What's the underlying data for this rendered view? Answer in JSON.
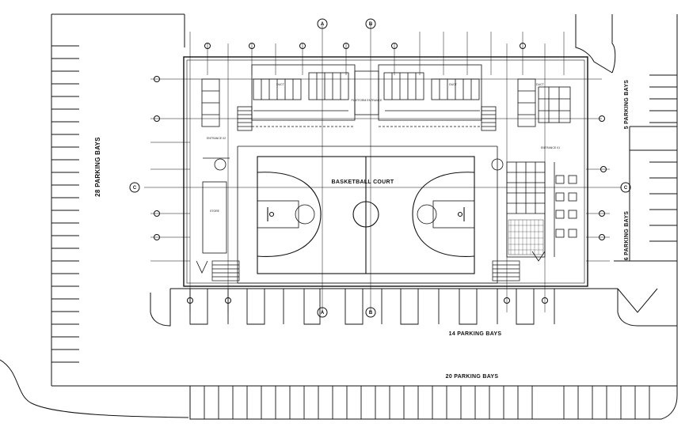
{
  "labels": {
    "court": "BASKETBALL COURT",
    "parking_left": "28 PARKING BAYS",
    "parking_right_top": "5 PARKING BAYS",
    "parking_right_bottom": "6 PARKING BAYS",
    "parking_bottom_mid": "14 PARKING BAYS",
    "parking_bottom": "20 PARKING BAYS",
    "store": "STORE",
    "duct_left": "DUCT",
    "duct_right": "DUCT",
    "duct_far_right": "DUCT",
    "platform": "PLATFORM ENTRANCE",
    "entrance_left": "ENTRANCE 02",
    "entrance_right": "ENTRANCE 01"
  },
  "grid_bubbles": {
    "a_top": "A",
    "b_top": "B",
    "a_bottom": "A",
    "b_bottom": "B",
    "c_left": "C",
    "c_right": "C"
  }
}
